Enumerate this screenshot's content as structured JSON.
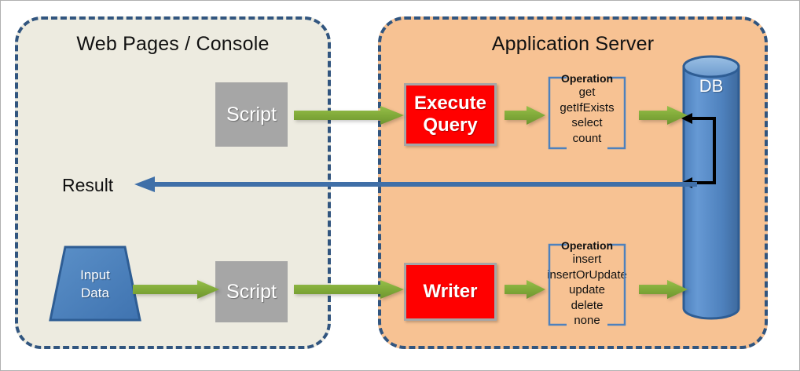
{
  "diagram": {
    "title": "Application data flow",
    "colors": {
      "client_panel_bg": "#EDEBE0",
      "server_panel_bg": "#F7C293",
      "panel_border": "#31557F",
      "script_box": "#A6A6A6",
      "red_box": "#FF0000",
      "green_arrow": "#8CB03C",
      "blue_arrow": "#3F6FA8",
      "db_fill": "#4E81BD",
      "bracket": "#4E81BD",
      "black_arrow": "#000000"
    }
  },
  "client_panel": {
    "title": "Web Pages / Console",
    "script_top_label": "Script",
    "script_bottom_label": "Script",
    "input_data_line1": "Input",
    "input_data_line2": "Data",
    "result_label": "Result"
  },
  "server_panel": {
    "title": "Application Server",
    "execute_query_line1": "Execute",
    "execute_query_line2": "Query",
    "writer_label": "Writer",
    "db_label": "DB",
    "operation_query": {
      "title": "Operation",
      "items": [
        "get",
        "getIfExists",
        "select",
        "count"
      ]
    },
    "operation_writer": {
      "title": "Operation",
      "items": [
        "insert",
        "insertOrUpdate",
        "update",
        "delete",
        "none"
      ]
    }
  },
  "arrows": {
    "script_to_execute_query": "flow-arrow",
    "execute_query_to_operation": "flow-arrow",
    "operation_to_db": "flow-arrow",
    "input_to_script": "flow-arrow",
    "script_to_writer": "flow-arrow",
    "writer_to_operation": "flow-arrow",
    "operation_to_db_write": "flow-arrow",
    "db_to_result": "result-arrow",
    "db_internal_return": "return-arrow"
  }
}
